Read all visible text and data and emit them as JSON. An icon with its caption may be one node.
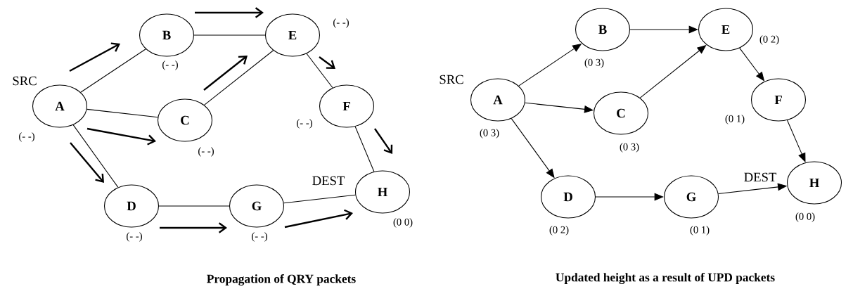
{
  "diagram": {
    "nodes": [
      {
        "text": [
          "A"
        ],
        "beside": [
          "SRC",
          "(- -)"
        ]
      },
      {
        "text": [
          "B"
        ],
        "beside": [
          "(- -)"
        ]
      },
      {
        "text": [
          "C"
        ],
        "beside": [
          "(- -)"
        ]
      },
      {
        "text": [
          "D"
        ],
        "beside": [
          "(- -)"
        ]
      },
      {
        "text": [
          "E"
        ],
        "beside": [
          "(- -)"
        ]
      },
      {
        "text": [
          "F"
        ],
        "beside": [
          "(- -)"
        ]
      },
      {
        "text": [
          "G"
        ],
        "beside": [
          "(- -)"
        ]
      },
      {
        "text": [
          "H"
        ],
        "beside": [
          "DEST",
          "(0 0)"
        ]
      },
      {
        "text": [
          "A"
        ],
        "beside": [
          "SRC",
          "(0 3)"
        ]
      },
      {
        "text": [
          "B"
        ],
        "beside": [
          "(0 3)"
        ]
      },
      {
        "text": [
          "C"
        ],
        "beside": [
          "(0 3)"
        ]
      },
      {
        "text": [
          "D"
        ],
        "beside": [
          "(0 2)"
        ]
      },
      {
        "text": [
          "E"
        ],
        "beside": [
          "(0 2)"
        ]
      },
      {
        "text": [
          "F"
        ],
        "beside": [
          "(0 1)"
        ]
      },
      {
        "text": [
          "G"
        ],
        "beside": [
          "(0 1)"
        ]
      },
      {
        "text": [
          "H"
        ],
        "beside": [
          "DEST",
          "(0 0)"
        ]
      }
    ],
    "edges": [
      {
        "from": 0,
        "to": 1,
        "arrow": "none"
      },
      {
        "from": 0,
        "to": 2,
        "arrow": "none"
      },
      {
        "from": 0,
        "to": 3,
        "arrow": "none"
      },
      {
        "from": 1,
        "to": 4,
        "arrow": "none"
      },
      {
        "from": 2,
        "to": 4,
        "arrow": "none"
      },
      {
        "from": 4,
        "to": 5,
        "arrow": "none"
      },
      {
        "from": 5,
        "to": 7,
        "arrow": "none"
      },
      {
        "from": 3,
        "to": 6,
        "arrow": "none"
      },
      {
        "from": 6,
        "to": 7,
        "arrow": "none"
      },
      {
        "from": 8,
        "to": 9,
        "arrow": "to"
      },
      {
        "from": 8,
        "to": 10,
        "arrow": "to"
      },
      {
        "from": 8,
        "to": 11,
        "arrow": "to"
      },
      {
        "from": 9,
        "to": 12,
        "arrow": "to"
      },
      {
        "from": 10,
        "to": 12,
        "arrow": "to"
      },
      {
        "from": 12,
        "to": 13,
        "arrow": "to"
      },
      {
        "from": 13,
        "to": 15,
        "arrow": "to"
      },
      {
        "from": 11,
        "to": 14,
        "arrow": "to"
      },
      {
        "from": 14,
        "to": 15,
        "arrow": "to"
      }
    ],
    "labels": [
      "Propagation of QRY packets",
      "Updated height as a result of UPD packets"
    ]
  }
}
